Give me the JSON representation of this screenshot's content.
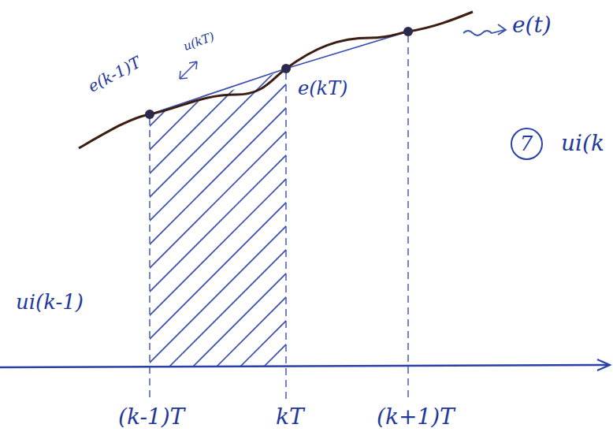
{
  "diagram": {
    "nodes": [
      {
        "text": [
          "7"
        ]
      }
    ],
    "labels": [
      "e(k-1)T",
      "u(kT)",
      "e(kT)",
      "e(t)",
      "ui(k",
      "ui(k-1)",
      "(k-1)T",
      "kT",
      "(k+1)T"
    ]
  }
}
